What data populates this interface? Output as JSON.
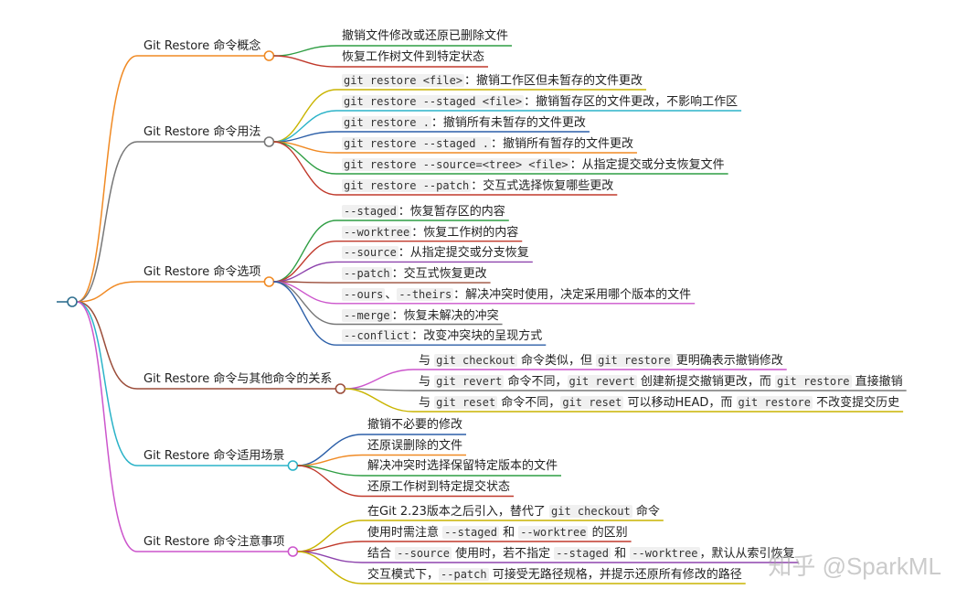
{
  "colors": {
    "root_line": "#2f6f8f",
    "b1": "#f08a24",
    "b2": "#777777",
    "b3": "#f08a24",
    "b4": "#9b4d3a",
    "b5": "#2bb3c8",
    "b6": "#cc55cc"
  },
  "branches": [
    {
      "label": "Git Restore 命令概念",
      "color": "#f08a24",
      "leaves": [
        {
          "parts": [
            {
              "t": "撤销文件修改或还原已删除文件"
            }
          ],
          "color": "#2f9e44"
        },
        {
          "parts": [
            {
              "t": "恢复工作树文件到特定状态"
            }
          ],
          "color": "#c0392b"
        }
      ]
    },
    {
      "label": "Git Restore 命令用法",
      "color": "#777777",
      "leaves": [
        {
          "parts": [
            {
              "c": "git restore <file>"
            },
            {
              "t": "：撤销工作区但未暂存的文件更改"
            }
          ],
          "color": "#c9b400"
        },
        {
          "parts": [
            {
              "c": "git restore --staged <file>"
            },
            {
              "t": "：撤销暂存区的文件更改，不影响工作区"
            }
          ],
          "color": "#2bb3c8"
        },
        {
          "parts": [
            {
              "c": "git restore ."
            },
            {
              "t": "：撤销所有未暂存的文件更改"
            }
          ],
          "color": "#2c5fa8"
        },
        {
          "parts": [
            {
              "c": "git restore --staged ."
            },
            {
              "t": "：撤销所有暂存的文件更改"
            }
          ],
          "color": "#f08a24"
        },
        {
          "parts": [
            {
              "c": "git restore --source=<tree> <file>"
            },
            {
              "t": "：从指定提交或分支恢复文件"
            }
          ],
          "color": "#2f9e44"
        },
        {
          "parts": [
            {
              "c": "git restore --patch"
            },
            {
              "t": "：交互式选择恢复哪些更改"
            }
          ],
          "color": "#c0392b"
        }
      ]
    },
    {
      "label": "Git Restore 命令选项",
      "color": "#f08a24",
      "leaves": [
        {
          "parts": [
            {
              "c": "--staged"
            },
            {
              "t": "：恢复暂存区的内容"
            }
          ],
          "color": "#2f9e44"
        },
        {
          "parts": [
            {
              "c": "--worktree"
            },
            {
              "t": "：恢复工作树的内容"
            }
          ],
          "color": "#c0392b"
        },
        {
          "parts": [
            {
              "c": "--source"
            },
            {
              "t": "：从指定提交或分支恢复"
            }
          ],
          "color": "#8e44ad"
        },
        {
          "parts": [
            {
              "c": "--patch"
            },
            {
              "t": "：交互式恢复更改"
            }
          ],
          "color": "#9b4d3a"
        },
        {
          "parts": [
            {
              "c": "--ours"
            },
            {
              "t": "、"
            },
            {
              "c": "--theirs"
            },
            {
              "t": "：解决冲突时使用，决定采用哪个版本的文件"
            }
          ],
          "color": "#cc55cc"
        },
        {
          "parts": [
            {
              "c": "--merge"
            },
            {
              "t": "：恢复未解决的冲突"
            }
          ],
          "color": "#777777"
        },
        {
          "parts": [
            {
              "c": "--conflict"
            },
            {
              "t": "：改变冲突块的呈现方式"
            }
          ],
          "color": "#2c5fa8"
        }
      ]
    },
    {
      "label": "Git Restore 命令与其他命令的关系",
      "color": "#9b4d3a",
      "leaves": [
        {
          "parts": [
            {
              "t": "与 "
            },
            {
              "c": "git checkout"
            },
            {
              "t": " 命令类似，但 "
            },
            {
              "c": "git restore"
            },
            {
              "t": " 更明确表示撤销修改"
            }
          ],
          "color": "#cc55cc"
        },
        {
          "parts": [
            {
              "t": "与 "
            },
            {
              "c": "git revert"
            },
            {
              "t": " 命令不同，"
            },
            {
              "c": "git revert"
            },
            {
              "t": " 创建新提交撤销更改，而 "
            },
            {
              "c": "git restore"
            },
            {
              "t": " 直接撤销"
            }
          ],
          "color": "#777777"
        },
        {
          "parts": [
            {
              "t": "与 "
            },
            {
              "c": "git reset"
            },
            {
              "t": " 命令不同，"
            },
            {
              "c": "git reset"
            },
            {
              "t": " 可以移动HEAD，而 "
            },
            {
              "c": "git restore"
            },
            {
              "t": " 不改变提交历史"
            }
          ],
          "color": "#c9b400"
        }
      ]
    },
    {
      "label": "Git Restore 命令适用场景",
      "color": "#2bb3c8",
      "leaves": [
        {
          "parts": [
            {
              "t": "撤销不必要的修改"
            }
          ],
          "color": "#2c5fa8"
        },
        {
          "parts": [
            {
              "t": "还原误删除的文件"
            }
          ],
          "color": "#f08a24"
        },
        {
          "parts": [
            {
              "t": "解决冲突时选择保留特定版本的文件"
            }
          ],
          "color": "#2f9e44"
        },
        {
          "parts": [
            {
              "t": "还原工作树到特定提交状态"
            }
          ],
          "color": "#c0392b"
        }
      ]
    },
    {
      "label": "Git Restore 命令注意事项",
      "color": "#cc55cc",
      "leaves": [
        {
          "parts": [
            {
              "t": "在Git 2.23版本之后引入，替代了 "
            },
            {
              "c": "git checkout"
            },
            {
              "t": " 命令"
            }
          ],
          "color": "#c9b400"
        },
        {
          "parts": [
            {
              "t": "使用时需注意 "
            },
            {
              "c": "--staged"
            },
            {
              "t": " 和 "
            },
            {
              "c": "--worktree"
            },
            {
              "t": " 的区别"
            }
          ],
          "color": "#c0392b"
        },
        {
          "parts": [
            {
              "t": "结合 "
            },
            {
              "c": "--source"
            },
            {
              "t": " 使用时，若不指定 "
            },
            {
              "c": "--staged"
            },
            {
              "t": " 和 "
            },
            {
              "c": "--worktree"
            },
            {
              "t": "，默认从索引恢复"
            }
          ],
          "color": "#8e44ad"
        },
        {
          "parts": [
            {
              "t": "交互模式下，"
            },
            {
              "c": "--patch"
            },
            {
              "t": " 可接受无路径规格，并提示还原所有修改的路径"
            }
          ],
          "color": "#c9b400"
        }
      ]
    }
  ],
  "watermark": "知乎 @SparkML"
}
